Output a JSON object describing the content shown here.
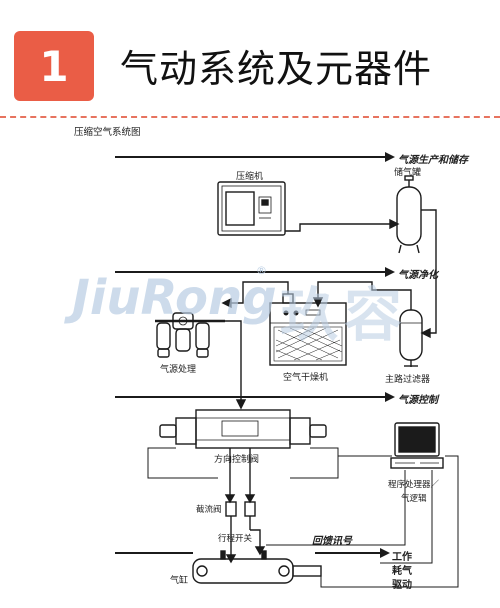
{
  "header": {
    "number": "1",
    "title": "气动系统及元器件"
  },
  "diagram": {
    "caption": "压缩空气系统图",
    "sections": {
      "supply": "气源生产和储存",
      "purify": "气源净化",
      "control": "气源控制"
    },
    "components": {
      "compressor": "压缩机",
      "tank": "储气罐",
      "main_filter": "主路过滤器",
      "dryer": "空气干燥机",
      "frl": "气源处理",
      "directional_valve": "方向控制阀",
      "plc_line1": "程序处理器／",
      "plc_line2": "气逻辑",
      "throttle": "截流阀",
      "limit_switch": "行程开关",
      "feedback": "回馈讯号",
      "cylinder": "气缸",
      "work_line1": "工作",
      "work_line2": "耗气",
      "work_line3": "驱动"
    },
    "watermark": {
      "latin": "JiuRong",
      "chinese": "玖容",
      "mark": "®"
    }
  },
  "colors": {
    "badge": "#ea5d46",
    "divider": "#e7735f",
    "watermark": "#b9cde3"
  }
}
